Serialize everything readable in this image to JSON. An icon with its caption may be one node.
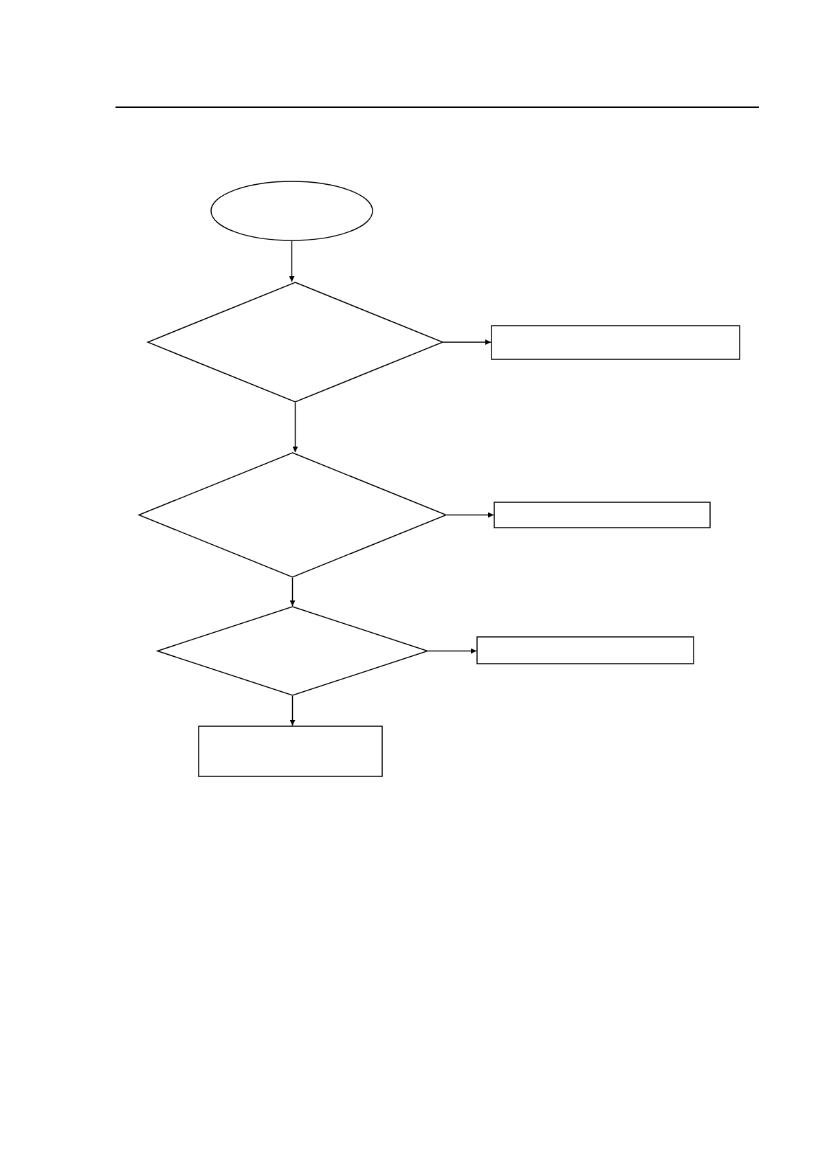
{
  "diagram": {
    "nodes": [
      {
        "text": [],
        "shape": "ellipse"
      },
      {
        "text": [],
        "shape": "diamond"
      },
      {
        "text": [],
        "shape": "box"
      },
      {
        "text": [],
        "shape": "diamond"
      },
      {
        "text": [],
        "shape": "box"
      },
      {
        "text": [],
        "shape": "diamond"
      },
      {
        "text": [],
        "shape": "box"
      },
      {
        "text": [],
        "shape": "box"
      }
    ],
    "edges": [
      {
        "from": 0,
        "to": 1,
        "arrow": "to"
      },
      {
        "from": 1,
        "to": 2,
        "arrow": "to"
      },
      {
        "from": 1,
        "to": 3,
        "arrow": "to"
      },
      {
        "from": 3,
        "to": 4,
        "arrow": "to"
      },
      {
        "from": 3,
        "to": 5,
        "arrow": "to"
      },
      {
        "from": 5,
        "to": 6,
        "arrow": "to"
      },
      {
        "from": 5,
        "to": 7,
        "arrow": "to"
      }
    ]
  }
}
